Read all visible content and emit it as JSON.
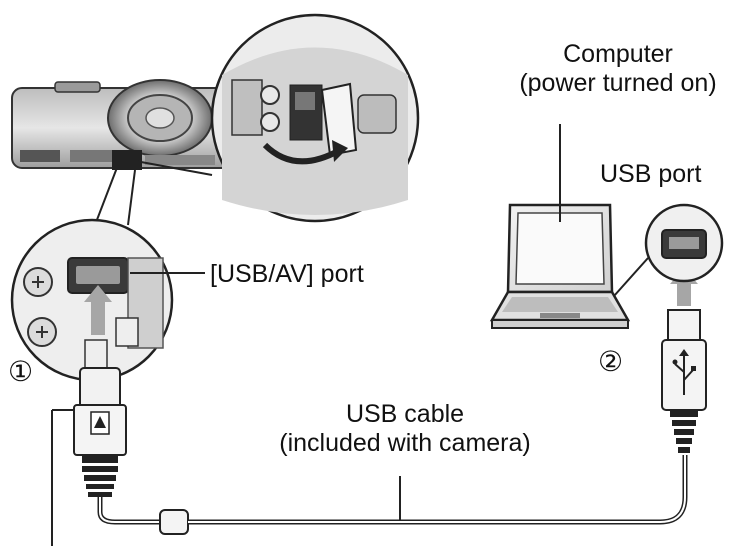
{
  "labels": {
    "computer_line1": "Computer",
    "computer_line2": "(power turned on)",
    "usb_port": "USB port",
    "usbav_port": "[USB/AV] port",
    "usb_cable_line1": "USB cable",
    "usb_cable_line2": "(included with camera)",
    "step1": "①",
    "step2": "②"
  },
  "colors": {
    "line": "#222222",
    "arrow": "#a6a6a6",
    "device_dark": "#3a3a3a",
    "device_mid": "#8c8c8c",
    "device_light": "#d9d9d9"
  },
  "icons": [
    "camera-illustration",
    "laptop-illustration",
    "usb-cable-illustration",
    "usb-symbol-icon",
    "insert-arrow-icon"
  ]
}
